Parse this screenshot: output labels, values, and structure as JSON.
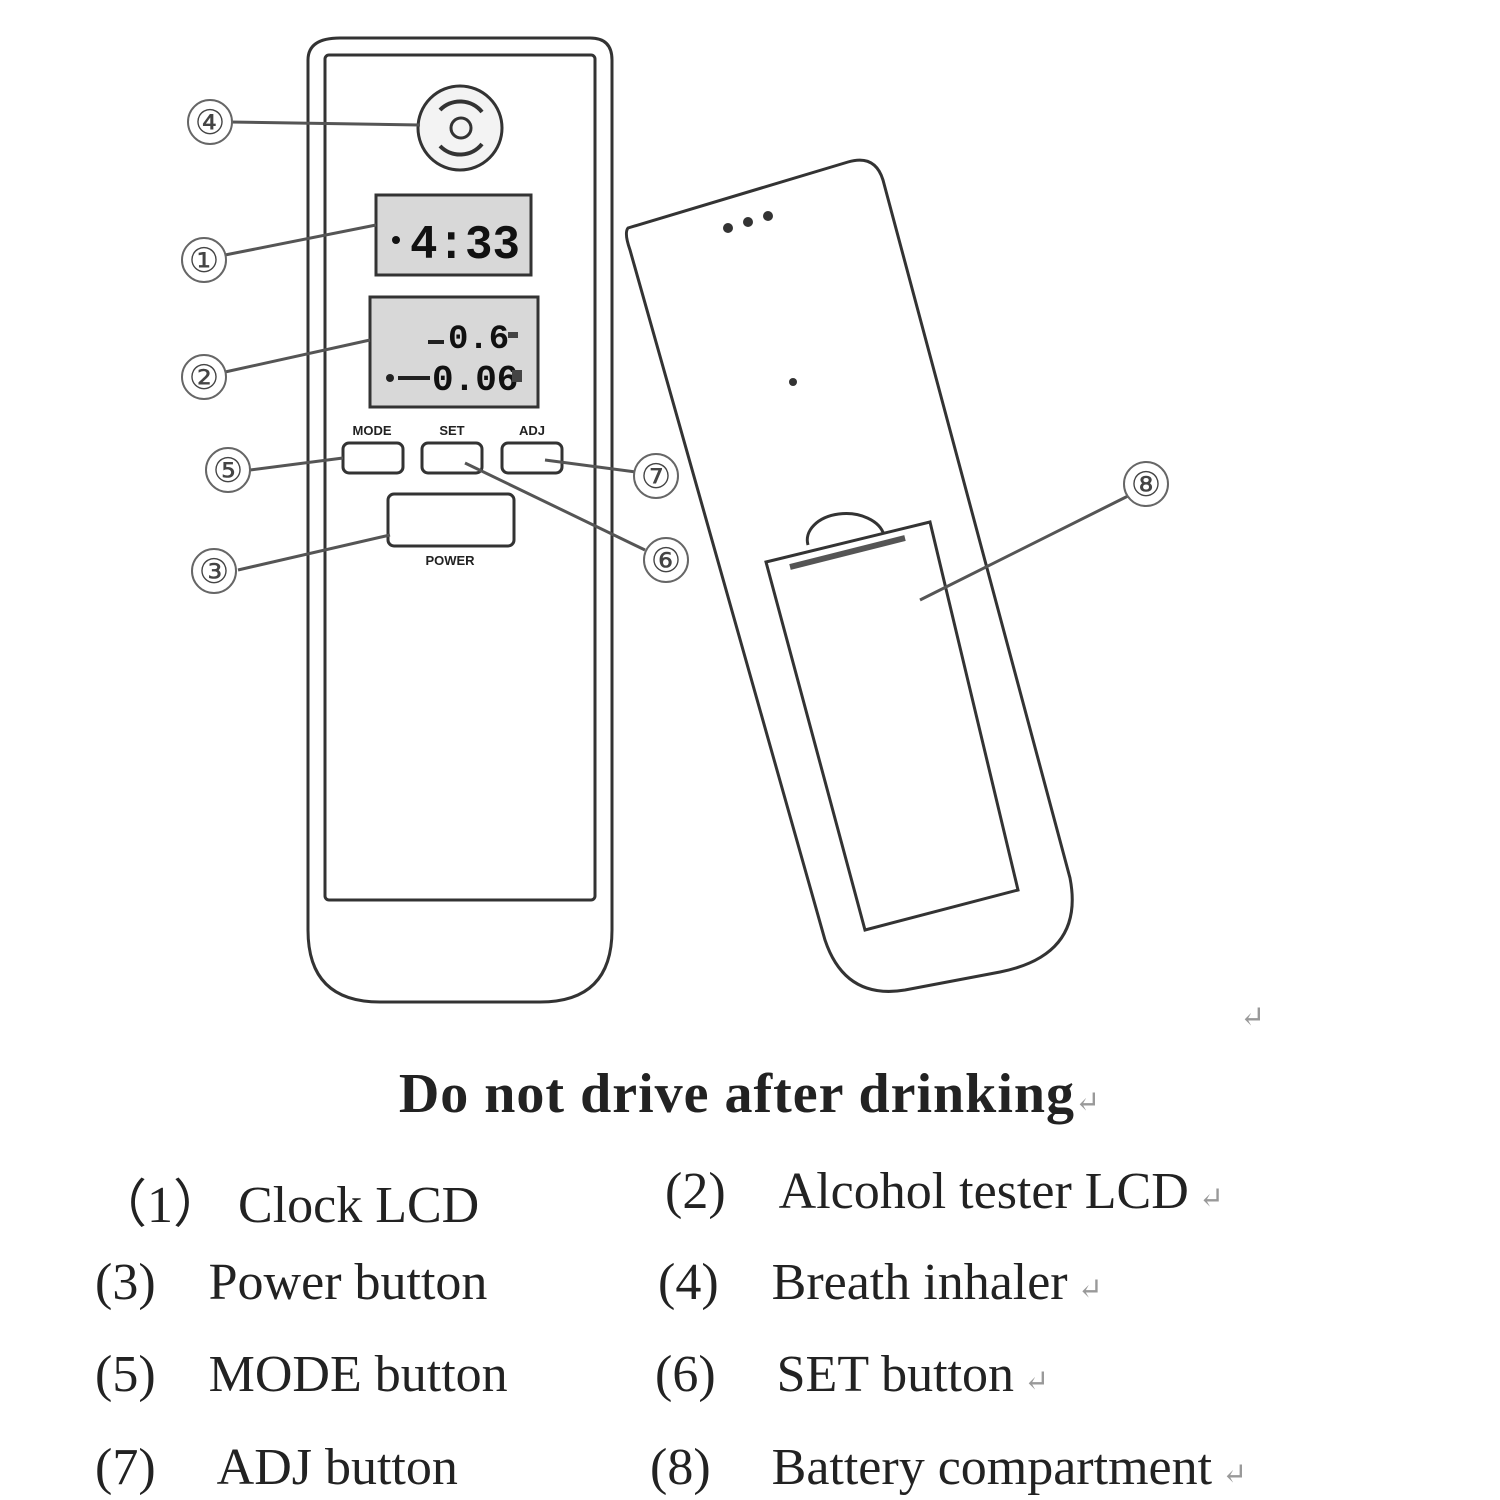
{
  "device": {
    "clock_display": "4:33",
    "alcohol_display_top": "0.6",
    "alcohol_display_bottom": "0.06",
    "buttons": {
      "mode": "MODE",
      "set": "SET",
      "adj": "ADJ",
      "power": "POWER"
    }
  },
  "callouts": [
    "④",
    "①",
    "②",
    "⑤",
    "⑦",
    "⑥",
    "③",
    "⑧"
  ],
  "slogan": "Do not drive after drinking",
  "paragraph_mark": "↵",
  "legend": [
    {
      "num": "（1）",
      "label": "Clock LCD"
    },
    {
      "num": "(2)",
      "label": "Alcohol tester LCD"
    },
    {
      "num": "(3)",
      "label": "Power button"
    },
    {
      "num": "(4)",
      "label": "Breath inhaler"
    },
    {
      "num": "(5)",
      "label": "MODE button"
    },
    {
      "num": "(6)",
      "label": "SET button"
    },
    {
      "num": "(7)",
      "label": "ADJ button"
    },
    {
      "num": "(8)",
      "label": "Battery compartment"
    }
  ]
}
